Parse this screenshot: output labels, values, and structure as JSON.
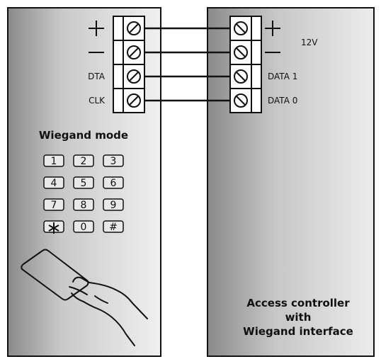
{
  "reader": {
    "terminal_labels": [
      "DTA",
      "CLK"
    ],
    "mode_label": "Wiegand mode",
    "keypad_keys": [
      "1",
      "2",
      "3",
      "4",
      "5",
      "6",
      "7",
      "8",
      "9",
      "*",
      "0",
      "#"
    ]
  },
  "controller": {
    "voltage_label": "12V",
    "terminal_labels": [
      "DATA 1",
      "DATA 0"
    ],
    "title_lines": [
      "Access controller",
      "with",
      "Wiegand interface"
    ]
  },
  "icons": [
    "plus-icon",
    "minus-icon",
    "screw-terminal-icon",
    "card-in-hand-icon",
    "asterisk-icon"
  ],
  "colors": {
    "panel_gradient_light": "#ebebeb",
    "panel_gradient_dark": "#8a8a8a",
    "wire": "#111111",
    "terminal_fill": "#ffffff"
  }
}
